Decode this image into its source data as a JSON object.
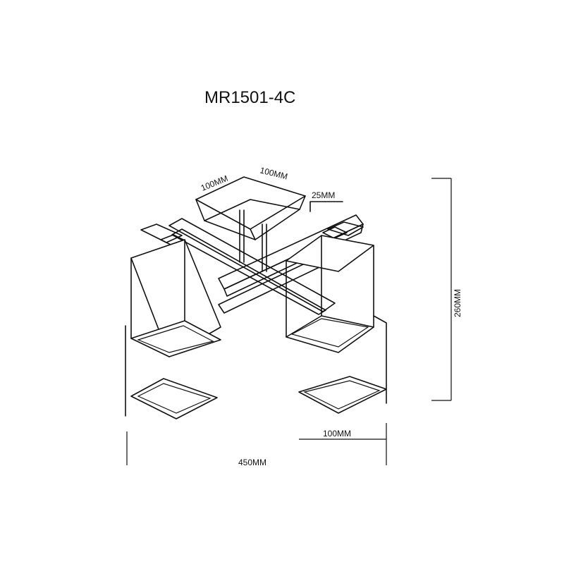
{
  "title": "MR1501-4C",
  "dimensions": {
    "canopy_side_a": "100MM",
    "canopy_side_b": "100MM",
    "arm_thickness": "25MM",
    "total_height": "260MM",
    "shade_width": "100MM",
    "total_width": "450MM"
  },
  "colors": {
    "line": "#111111",
    "background": "#ffffff"
  }
}
